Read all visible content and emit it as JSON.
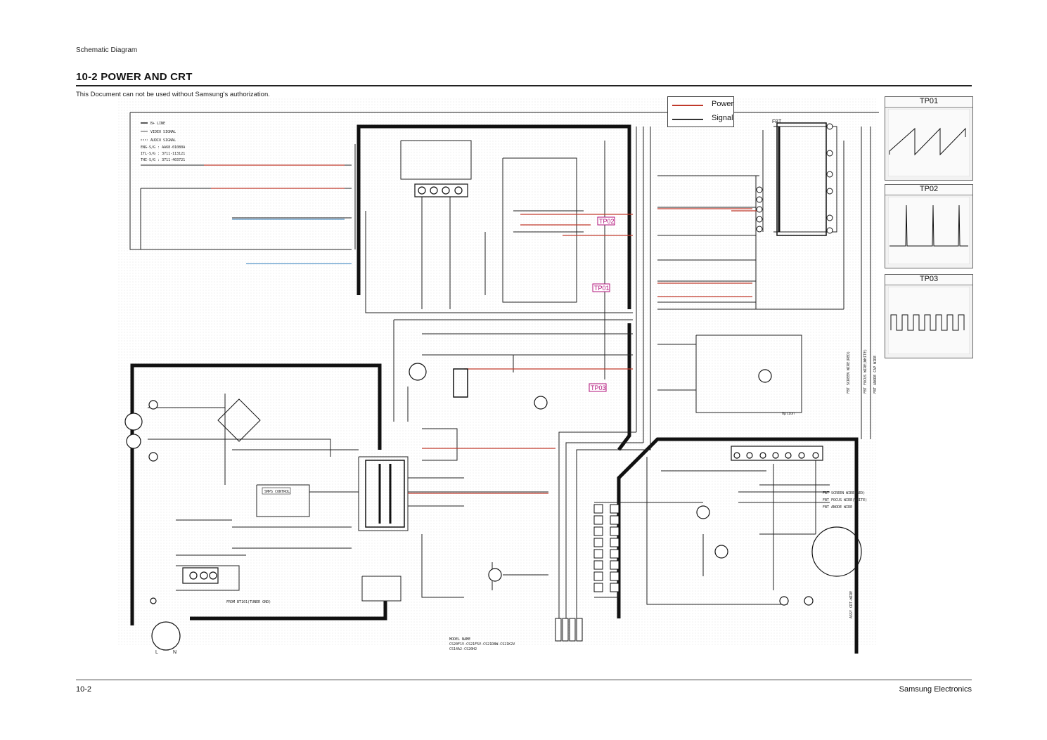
{
  "header": {
    "section_label": "Schematic Diagram",
    "title": "10-2 POWER AND CRT",
    "notice": "This Document can not be used without Samsung's authorization."
  },
  "legend": {
    "items": [
      {
        "label": "Power",
        "color": "#c0392b"
      },
      {
        "label": "Signal",
        "color": "#333333"
      }
    ]
  },
  "line_key": {
    "items": [
      "B+ LINE",
      "VIDEO SIGNAL",
      "AUDIO SIGNAL"
    ],
    "part_codes": [
      "ENG-S/G : AA68-01080A",
      "ITL-S/G : 3711-113121",
      "THI-S/G : 3711-403721"
    ]
  },
  "test_points": [
    {
      "label": "TP01",
      "waveform": "sawtooth"
    },
    {
      "label": "TP02",
      "waveform": "pulse"
    },
    {
      "label": "TP03",
      "waveform": "square"
    }
  ],
  "schematic_labels": {
    "tp01": "TP01",
    "tp02": "TP02",
    "tp03": "TP03",
    "fbt": "FBT",
    "from_tuner": "FROM BT101(TUNER GND)",
    "smps_control": "SMPS CONTROL",
    "option": "Option",
    "fbt_screen": "FBT SCREEN WIRE(RED)",
    "fbt_focus": "FBT FOCUS WIRE(WHITE)",
    "fbt_anode": "FBT ANODE WIRE",
    "fbt_vert_1": "FBT SCREEN WIRE(RED)",
    "fbt_vert_2": "FBT FOCUS WIRE(WHITE)",
    "fbt_vert_3": "FBT ANODE CAP WIRE",
    "crt_vert": "ASSY CRT-WIRE",
    "model_line1": "MODEL NAME",
    "model_line2": "CS20F1V-CS21F5V-CS21D8W-CS21K2V",
    "model_line3": "CS14A2-CS20H2",
    "plug_l": "L",
    "plug_n": "N"
  },
  "footer": {
    "page": "10-2",
    "company": "Samsung Electronics"
  }
}
